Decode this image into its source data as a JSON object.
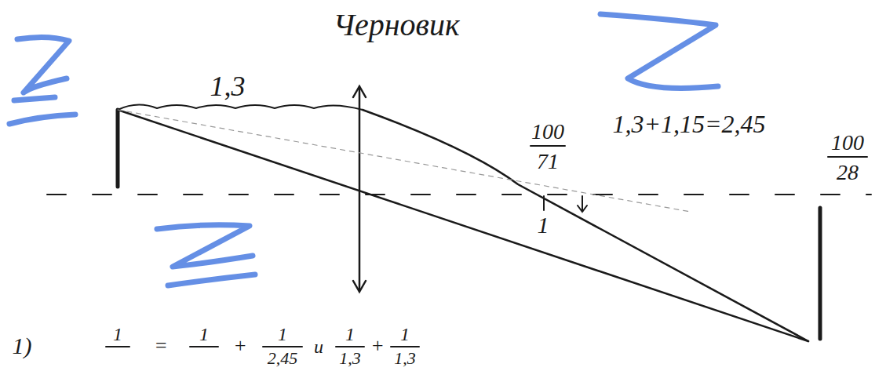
{
  "diagram": {
    "title": "Черновик",
    "labels": [
      "1,3",
      "100",
      "71",
      "1,3+1,15=2,45",
      "100",
      "28",
      "1",
      "1)",
      "1",
      "=",
      "1",
      "+",
      "1",
      "2,45",
      "и",
      "1",
      "1,3",
      "+",
      "1",
      "1,3"
    ]
  }
}
